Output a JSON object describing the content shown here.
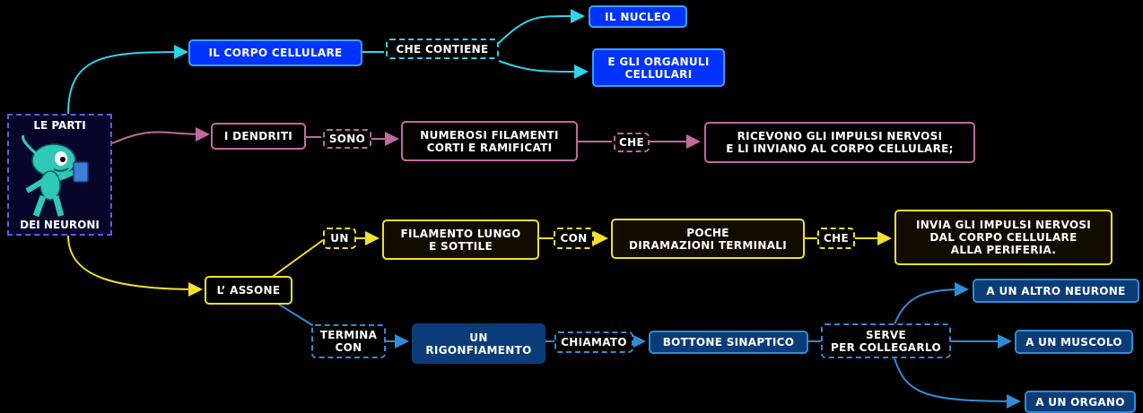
{
  "root": {
    "line1": "LE PARTI",
    "line2": "DEI NEURONI",
    "mascot_icon": "neuron-mascot-icon"
  },
  "colors": {
    "cyan": "#2ad6e8",
    "purple": "#c06aa0",
    "yellow": "#f3e12a",
    "blue_branch": "#2f8dd8",
    "blue_fill": "#0033ff",
    "navy_fill": "#0b3c78"
  },
  "corpo": {
    "main": "IL  CORPO CELLULARE",
    "link": "CHE CONTIENE",
    "nucleo": "IL NUCLEO",
    "organuli": "E GLI ORGANULI\nCELLULARI"
  },
  "dendriti": {
    "main": "I DENDRITI",
    "link1": "SONO",
    "desc": "NUMEROSI FILAMENTI\nCORTI E RAMIFICATI",
    "link2": "CHE",
    "end": "RICEVONO GLI IMPULSI NERVOSI\nE LI INVIANO  AL CORPO CELLULARE;"
  },
  "assone": {
    "main": "L’ ASSONE",
    "link_un": "UN",
    "filamento": "FILAMENTO LUNGO\nE SOTTILE",
    "link_con": "CON",
    "diramazioni": "POCHE\nDIRAMAZIONI TERMINALI",
    "link_che": "CHE",
    "invia": "INVIA GLI IMPULSI NERVOSI\nDAL CORPO CELLULARE\nALLA PERIFERIA.",
    "link_termina": "TERMINA\nCON",
    "rigonfiamento": "UN\nRIGONFIAMENTO",
    "link_chiamato": "CHIAMATO",
    "bottone": "BOTTONE SINAPTICO",
    "link_serve": "SERVE\nPER COLLEGARLO",
    "target1": "A UN ALTRO NEURONE",
    "target2": "A UN MUSCOLO",
    "target3": "A UN ORGANO"
  }
}
